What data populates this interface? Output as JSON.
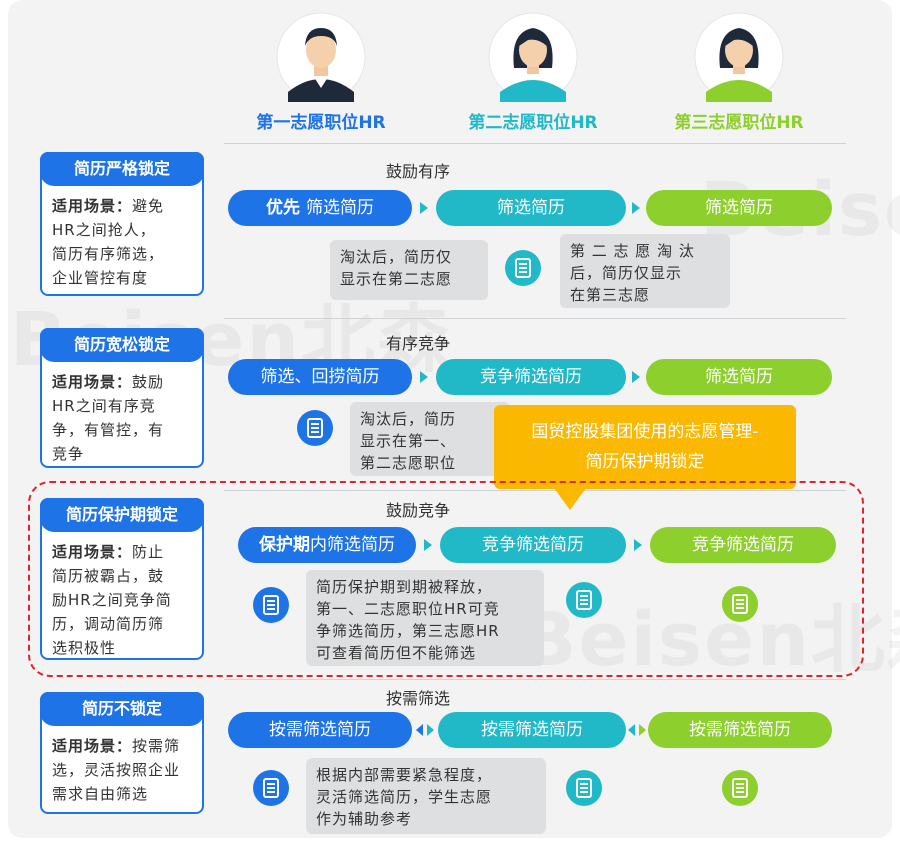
{
  "columns": [
    {
      "label": "第一志愿职位HR",
      "color": "#1e73e6",
      "avatar": "male"
    },
    {
      "label": "第二志愿职位HR",
      "color": "#21b8c8",
      "avatar": "female"
    },
    {
      "label": "第三志愿职位HR",
      "color": "#8dcf2c",
      "avatar": "female"
    }
  ],
  "watermark": [
    "Beisen北森",
    "Beisen北森",
    "Beisen北森"
  ],
  "sections": [
    {
      "title": "鼓励有序",
      "card": {
        "tag": "简历严格锁定",
        "scene_label": "适用场景：",
        "scene_text": "避免HR之间抢人，简历有序筛选，企业管控有度"
      },
      "pills": [
        {
          "prefix": "优先 ",
          "text": "筛选简历"
        },
        {
          "prefix": "",
          "text": "筛选简历"
        },
        {
          "prefix": "",
          "text": "筛选简历"
        }
      ],
      "notes": [
        "淘汰后，简历仅显示在第二志愿",
        "第二志愿淘汰后，简历仅显示在第三志愿"
      ]
    },
    {
      "title": "有序竞争",
      "card": {
        "tag": "简历宽松锁定",
        "scene_label": "适用场景：",
        "scene_text": "鼓励HR之间有序竞争，有管控，有竞争"
      },
      "pills": [
        {
          "prefix": "",
          "text": "筛选、回捞简历"
        },
        {
          "prefix": "",
          "text": "竞争筛选简历"
        },
        {
          "prefix": "",
          "text": "筛选简历"
        }
      ],
      "notes": [
        "淘汰后，简历显示在第一、第二志愿职位"
      ]
    },
    {
      "title": "鼓励竞争",
      "card": {
        "tag": "简历保护期锁定",
        "scene_label": "适用场景：",
        "scene_text": "防止简历被霸占，鼓励HR之间竞争简历，调动简历筛选积极性"
      },
      "pills": [
        {
          "prefix": "保护期",
          "text": "内筛选简历"
        },
        {
          "prefix": "",
          "text": "竞争筛选简历"
        },
        {
          "prefix": "",
          "text": "竞争筛选简历"
        }
      ],
      "notes": [
        "简历保护期到期被释放，第一、二志愿职位HR可竞争筛选简历，第三志愿HR可查看简历但不能筛选"
      ]
    },
    {
      "title": "按需筛选",
      "card": {
        "tag": "简历不锁定",
        "scene_label": "适用场景：",
        "scene_text": "按需筛选，灵活按照企业需求自由筛选"
      },
      "pills": [
        {
          "prefix": "",
          "text": "按需筛选简历"
        },
        {
          "prefix": "",
          "text": "按需筛选简历"
        },
        {
          "prefix": "",
          "text": "按需筛选简历"
        }
      ],
      "notes": [
        "根据内部需要紧急程度，灵活筛选简历，学生志愿作为辅助参考"
      ]
    }
  ],
  "callout": {
    "line1": "国贸控股集团使用的志愿管理-",
    "line2": "简历保护期锁定"
  },
  "note_lines": {
    "s1a": [
      "淘汰后，简历仅",
      "显示在第二志愿"
    ],
    "s1b": [
      "第 二 志 愿 淘 汰",
      "后，简历仅显示",
      "在第三志愿"
    ],
    "s2a": [
      "淘汰后，简历",
      "显示在第一、",
      "第二志愿职位"
    ],
    "s3a": [
      "简历保护期到期被释放，",
      "第一、二志愿职位HR可竞",
      "争筛选简历，第三志愿HR",
      "可查看简历但不能筛选"
    ],
    "s4a": [
      "根据内部需要紧急程度，",
      "灵活筛选简历，学生志愿",
      "作为辅助参考"
    ]
  },
  "card_lines": {
    "c1": [
      "避免",
      "HR之间抢人，",
      "简历有序筛选，",
      "企业管控有度"
    ],
    "c2": [
      "鼓励",
      "HR之间有序竞",
      "争，有管控，有",
      "竞争"
    ],
    "c3": [
      "防止",
      "简历被霸占，鼓",
      "励HR之间竞争简",
      "历，调动简历筛",
      "选积极性"
    ],
    "c4": [
      "按需筛",
      "选，灵活按照企业",
      "需求自由筛选"
    ]
  }
}
